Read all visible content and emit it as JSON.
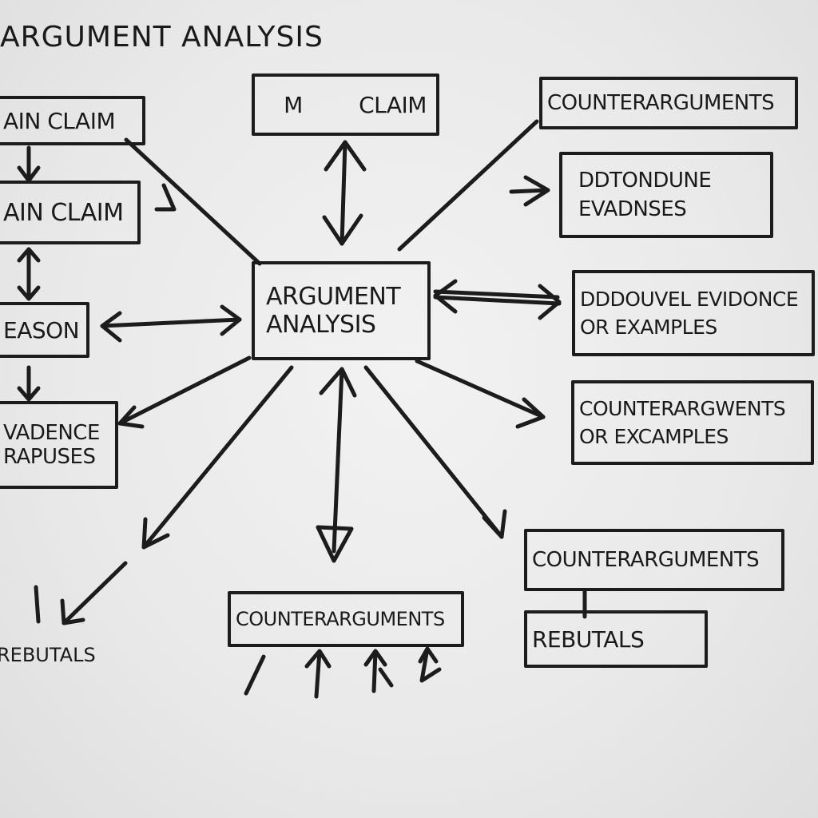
{
  "title": "Argument Analysis",
  "nodes": {
    "center": {
      "line1": "Argument",
      "line2": "Analysis"
    },
    "main_claim_top": {
      "prefix": "M",
      "label": "Claim"
    },
    "main_claim_left": {
      "label": "ain Claim"
    },
    "main_claim_left2": {
      "label": "ain Claim"
    },
    "reason": {
      "label": "eason"
    },
    "evidence_left": {
      "line1": "vadence",
      "line2": "rapuses"
    },
    "rebuttals_left": {
      "label": "Rebutals"
    },
    "counterarguments_top": {
      "label": "Counterarguments"
    },
    "evidence_top_right": {
      "line1": "Ddtondune",
      "line2": "Evadnses"
    },
    "evidence_examples": {
      "line1": "Dddouvel Evidonce",
      "line2": "or Examples"
    },
    "counter_examples": {
      "line1": "Counterargwents",
      "line2": "or Excamples"
    },
    "counterarguments_bottom_right": {
      "label": "Counterarguments"
    },
    "rebuttals_right": {
      "label": "Rebutals"
    },
    "counterarguments_bottom": {
      "label": "Counterarguments"
    }
  }
}
